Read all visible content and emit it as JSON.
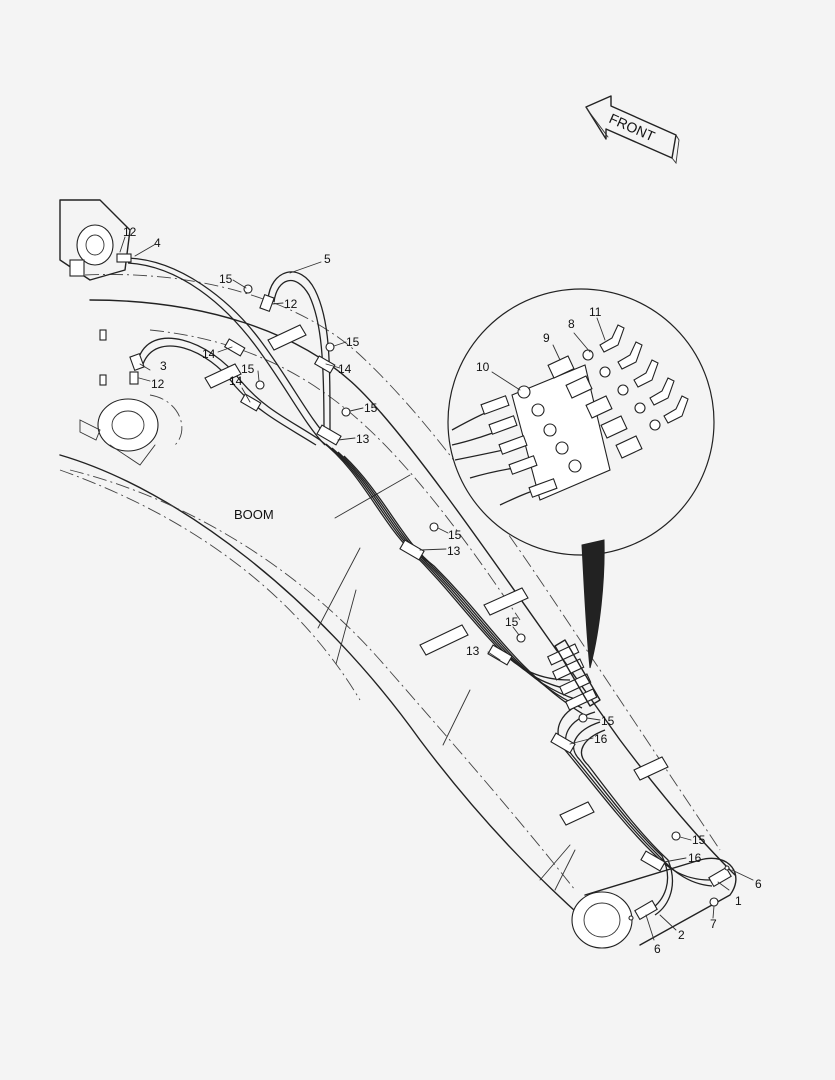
{
  "diagram": {
    "boom_label": "BOOM",
    "front_label": "FRONT",
    "callouts": [
      {
        "id": "c1",
        "text": "1"
      },
      {
        "id": "c2",
        "text": "2"
      },
      {
        "id": "c3",
        "text": "3"
      },
      {
        "id": "c4",
        "text": "4"
      },
      {
        "id": "c5",
        "text": "5"
      },
      {
        "id": "c6a",
        "text": "6"
      },
      {
        "id": "c6b",
        "text": "6"
      },
      {
        "id": "c7",
        "text": "7"
      },
      {
        "id": "c8",
        "text": "8"
      },
      {
        "id": "c9",
        "text": "9"
      },
      {
        "id": "c10",
        "text": "10"
      },
      {
        "id": "c11",
        "text": "11"
      },
      {
        "id": "c12a",
        "text": "12"
      },
      {
        "id": "c12b",
        "text": "12"
      },
      {
        "id": "c12c",
        "text": "12"
      },
      {
        "id": "c13a",
        "text": "13"
      },
      {
        "id": "c13b",
        "text": "13"
      },
      {
        "id": "c13c",
        "text": "13"
      },
      {
        "id": "c14a",
        "text": "14"
      },
      {
        "id": "c14b",
        "text": "14"
      },
      {
        "id": "c14c",
        "text": "14"
      },
      {
        "id": "c15a",
        "text": "15"
      },
      {
        "id": "c15b",
        "text": "15"
      },
      {
        "id": "c15c",
        "text": "15"
      },
      {
        "id": "c15d",
        "text": "15"
      },
      {
        "id": "c15e",
        "text": "15"
      },
      {
        "id": "c15f",
        "text": "15"
      },
      {
        "id": "c15g",
        "text": "15"
      },
      {
        "id": "c15h",
        "text": "15"
      },
      {
        "id": "c16a",
        "text": "16"
      },
      {
        "id": "c16b",
        "text": "16"
      }
    ]
  }
}
